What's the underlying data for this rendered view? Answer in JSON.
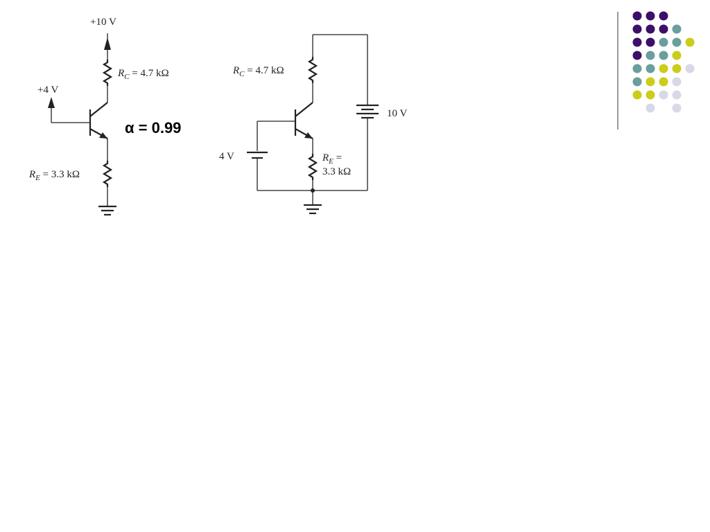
{
  "circuit_left": {
    "vcc_label": "+10 V",
    "vb_label": "+4 V",
    "rc_label": "R",
    "rc_sub": "C",
    "rc_value": " = 4.7 kΩ",
    "re_label": "R",
    "re_sub": "E",
    "re_value": " = 3.3 kΩ"
  },
  "alpha_label": "α = 0.99",
  "circuit_right": {
    "rc_label": "R",
    "rc_sub": "C",
    "rc_value": " = 4.7 kΩ",
    "battery_collector_label": "10 V",
    "battery_base_label": "4 V",
    "re_label": "R",
    "re_sub": "E",
    "re_value": " =",
    "re_value2": "3.3 kΩ"
  },
  "decoration": {
    "dot_rows": [
      [
        "purple",
        "purple",
        "purple",
        "none",
        "none"
      ],
      [
        "purple",
        "purple",
        "purple",
        "teal",
        "none"
      ],
      [
        "purple",
        "purple",
        "teal",
        "teal",
        "yellow"
      ],
      [
        "purple",
        "teal",
        "teal",
        "yellow",
        "none"
      ],
      [
        "teal",
        "teal",
        "yellow",
        "yellow",
        "lavender"
      ],
      [
        "teal",
        "yellow",
        "yellow",
        "lavender",
        "none"
      ],
      [
        "yellow",
        "yellow",
        "lavender",
        "lavender",
        "none"
      ],
      [
        "none",
        "lavender",
        "none",
        "lavender",
        "none"
      ]
    ],
    "colors": {
      "purple": "#3d0f6b",
      "teal": "#6b9e9e",
      "yellow": "#cccc1a",
      "lavender": "#d8d8e8"
    }
  }
}
